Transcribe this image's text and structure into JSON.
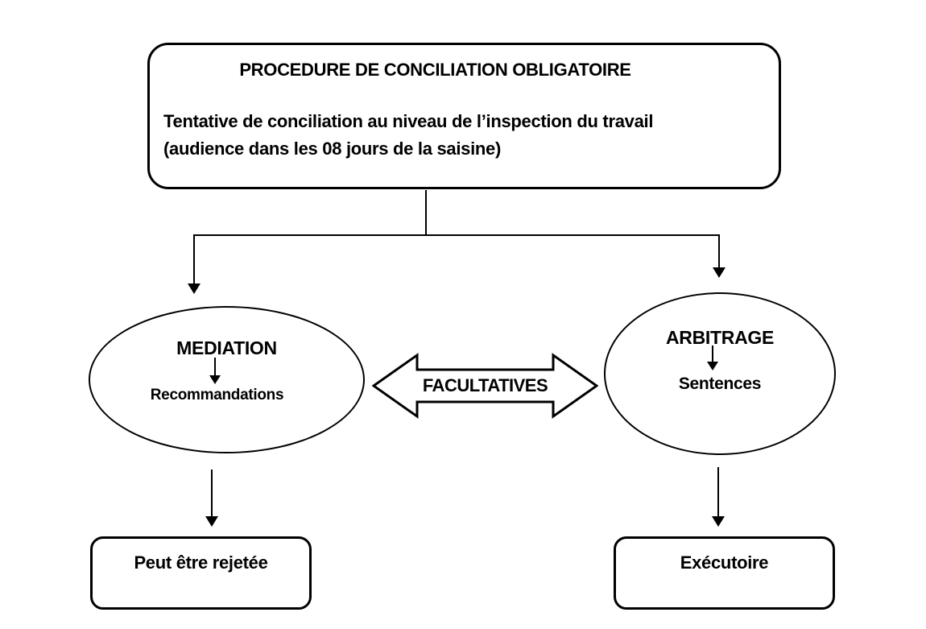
{
  "top_box": {
    "title": "PROCEDURE DE CONCILIATION OBLIGATOIRE",
    "line1": "Tentative de conciliation au niveau de l’inspection du travail",
    "line2": "(audience dans les 08 jours de la saisine)"
  },
  "left_branch": {
    "ellipse_title": "MEDIATION",
    "ellipse_subtitle": "Recommandations",
    "outcome": "Peut être rejetée"
  },
  "right_branch": {
    "ellipse_title": "ARBITRAGE",
    "ellipse_subtitle": "Sentences",
    "outcome": "Exécutoire"
  },
  "connector": {
    "label": "FACULTATIVES"
  },
  "colors": {
    "stroke": "#000000",
    "background": "#ffffff",
    "text": "#000000"
  }
}
